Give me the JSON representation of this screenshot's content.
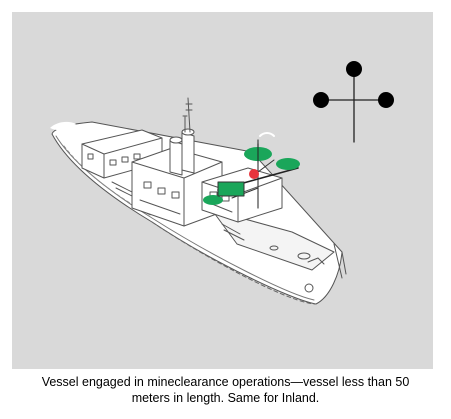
{
  "caption": {
    "line1": "Vessel engaged in mineclearance operations—vessel less than 50",
    "line2": "meters in length. Same for Inland."
  },
  "colors": {
    "background": "#d9d9d9",
    "shape": "#000000",
    "light_green": "#1aa65a",
    "light_red": "#e8343c",
    "outline": "#555555"
  },
  "signal_shape": {
    "balls": 3,
    "arrangement": "one at masthead, one at each yardarm"
  },
  "vessel_lights": {
    "masthead_green": 3,
    "sidelight_green": 1,
    "sidelight_red": 1
  }
}
